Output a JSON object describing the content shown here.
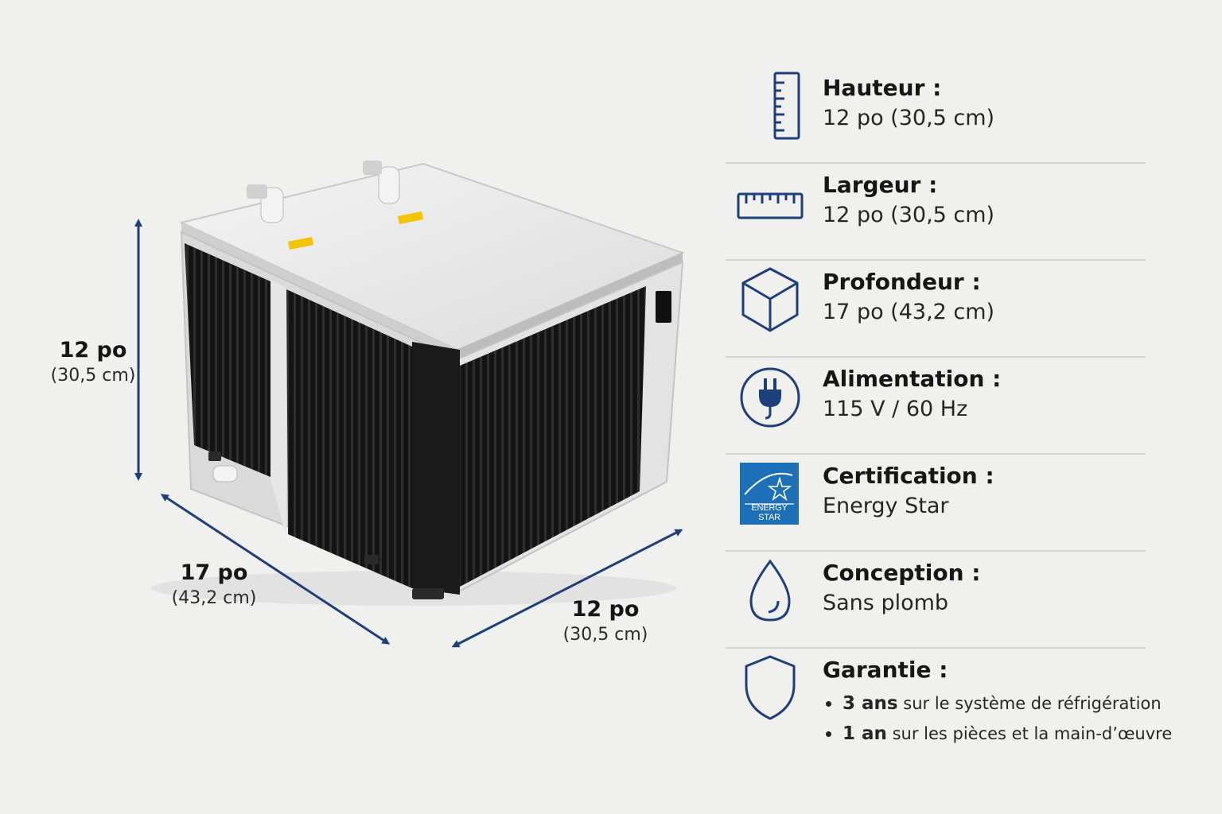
{
  "dimensions": {
    "height": {
      "main": "12 po",
      "sub": "(30,5 cm)"
    },
    "depth": {
      "main": "17 po",
      "sub": "(43,2 cm)"
    },
    "width": {
      "main": "12 po",
      "sub": "(30,5 cm)"
    }
  },
  "specs": [
    {
      "icon": "ruler-vertical-icon",
      "title": "Hauteur :",
      "value": "12 po (30,5 cm)"
    },
    {
      "icon": "ruler-horizontal-icon",
      "title": "Largeur :",
      "value": "12 po (30,5 cm)"
    },
    {
      "icon": "cube-icon",
      "title": "Profondeur :",
      "value": "17 po (43,2 cm)"
    },
    {
      "icon": "plug-icon",
      "title": "Alimentation :",
      "value": "115 V / 60 Hz"
    },
    {
      "icon": "energy-star-logo",
      "title": "Certification :",
      "value": "Energy Star",
      "logo_text": "ENERGY STAR"
    },
    {
      "icon": "water-drop-icon",
      "title": "Conception :",
      "value": "Sans plomb"
    },
    {
      "icon": "shield-icon",
      "title": "Garantie :",
      "bullets": [
        {
          "bold": "3 ans",
          "rest": " sur le système de réfrigération"
        },
        {
          "bold": "1 an",
          "rest": " sur les pièces et la main-d’œuvre"
        }
      ]
    }
  ],
  "colors": {
    "accent": "#1d3f7a",
    "energy_star": "#1d6fb8",
    "divider": "#d2d2d2",
    "background": "#f0f0ef"
  }
}
